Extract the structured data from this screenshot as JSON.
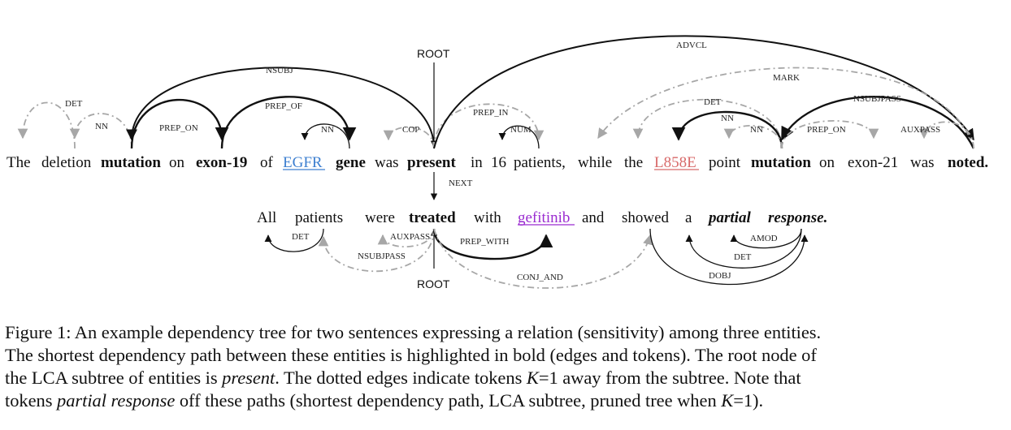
{
  "sentence1": [
    {
      "text": "The",
      "style": ""
    },
    {
      "text": "deletion",
      "style": ""
    },
    {
      "text": "mutation",
      "style": "b"
    },
    {
      "text": "on",
      "style": ""
    },
    {
      "text": "exon-19",
      "style": "b"
    },
    {
      "text": "of",
      "style": ""
    },
    {
      "text": "EGFR",
      "style": "blue"
    },
    {
      "text": "gene",
      "style": "b"
    },
    {
      "text": "was",
      "style": ""
    },
    {
      "text": "present",
      "style": "b"
    },
    {
      "text": "in",
      "style": ""
    },
    {
      "text": "16",
      "style": ""
    },
    {
      "text": "patients,",
      "style": ""
    },
    {
      "text": "while",
      "style": ""
    },
    {
      "text": "the",
      "style": ""
    },
    {
      "text": "L858E",
      "style": "red"
    },
    {
      "text": "point",
      "style": ""
    },
    {
      "text": "mutation",
      "style": "b"
    },
    {
      "text": "on",
      "style": ""
    },
    {
      "text": "exon-21",
      "style": ""
    },
    {
      "text": "was",
      "style": ""
    },
    {
      "text": "noted.",
      "style": "b"
    }
  ],
  "sentence2": [
    {
      "text": "All",
      "style": ""
    },
    {
      "text": "patients",
      "style": ""
    },
    {
      "text": "were",
      "style": ""
    },
    {
      "text": "treated",
      "style": "b"
    },
    {
      "text": "with",
      "style": ""
    },
    {
      "text": "gefitinib",
      "style": "purple"
    },
    {
      "text": "and",
      "style": ""
    },
    {
      "text": "showed",
      "style": ""
    },
    {
      "text": "a",
      "style": ""
    },
    {
      "text": "partial",
      "style": "bi"
    },
    {
      "text": "response.",
      "style": "bi"
    }
  ],
  "edges_top": [
    {
      "label": "DET",
      "from": "deletion",
      "to": "The",
      "style": "dotted"
    },
    {
      "label": "NN",
      "from": "mutation",
      "to": "deletion",
      "style": "dotted"
    },
    {
      "label": "PREP_ON",
      "from": "mutation",
      "to": "exon-19",
      "style": "bold"
    },
    {
      "label": "PREP_OF",
      "from": "exon-19",
      "to": "gene",
      "style": "bold"
    },
    {
      "label": "NN",
      "from": "gene",
      "to": "EGFR",
      "style": "bold"
    },
    {
      "label": "NSUBJ",
      "from": "present",
      "to": "mutation",
      "style": "bold"
    },
    {
      "label": "COP",
      "from": "present",
      "to": "was",
      "style": "dotted"
    },
    {
      "label": "PREP_IN",
      "from": "present",
      "to": "patients,",
      "style": "dotted"
    },
    {
      "label": "NUM",
      "from": "patients,",
      "to": "16",
      "style": "solid"
    },
    {
      "label": "ADVCL",
      "from": "present",
      "to": "noted.",
      "style": "bold"
    },
    {
      "label": "MARK",
      "from": "noted.",
      "to": "while",
      "style": "dotted"
    },
    {
      "label": "DET",
      "from": "mutation",
      "to": "the",
      "style": "dotted"
    },
    {
      "label": "NN",
      "from": "mutation",
      "to": "L858E",
      "style": "bold"
    },
    {
      "label": "NN",
      "from": "mutation",
      "to": "point",
      "style": "dotted"
    },
    {
      "label": "NSUBJPASS",
      "from": "noted.",
      "to": "mutation",
      "style": "bold"
    },
    {
      "label": "PREP_ON",
      "from": "mutation",
      "to": "exon-21",
      "style": "dotted"
    },
    {
      "label": "AUXPASS",
      "from": "noted.",
      "to": "was",
      "style": "dotted"
    }
  ],
  "edges_bottom": [
    {
      "label": "DET",
      "from": "patients",
      "to": "All",
      "style": "solid"
    },
    {
      "label": "AUXPASS",
      "from": "treated",
      "to": "were",
      "style": "dotted"
    },
    {
      "label": "NSUBJPASS",
      "from": "treated",
      "to": "patients",
      "style": "dotted"
    },
    {
      "label": "PREP_WITH",
      "from": "treated",
      "to": "gefitinib",
      "style": "bold"
    },
    {
      "label": "CONJ_AND",
      "from": "treated",
      "to": "showed",
      "style": "dotted"
    },
    {
      "label": "AMOD",
      "from": "response.",
      "to": "partial",
      "style": "solid"
    },
    {
      "label": "DET",
      "from": "response.",
      "to": "a",
      "style": "solid"
    },
    {
      "label": "DOBJ",
      "from": "showed",
      "to": "response.",
      "style": "solid"
    }
  ],
  "root_label_top": "ROOT",
  "root_label_bottom": "ROOT",
  "next_label": "NEXT",
  "caption": {
    "line1": "Figure 1: An example dependency tree for two sentences expressing a relation (sensitivity) among three entities.",
    "line2": "The shortest dependency path between these entities is highlighted in bold (edges and tokens). The root node of",
    "line3_a": "the LCA subtree of entities is ",
    "line3_em": "present",
    "line3_b": ". The dotted edges indicate tokens ",
    "line3_k": "K",
    "line3_c": "=1 away from the subtree. Note that",
    "line4_a": "tokens ",
    "line4_em": "partial response",
    "line4_b": " off these paths (shortest dependency path, LCA subtree, pruned tree when ",
    "line4_k": "K",
    "line4_c": "=1)."
  },
  "colors": {
    "solid": "#111111",
    "dotted": "#a7a7a7",
    "blue": "#3d7fd0",
    "red": "#d86a6a",
    "purple": "#9a2bd0"
  }
}
